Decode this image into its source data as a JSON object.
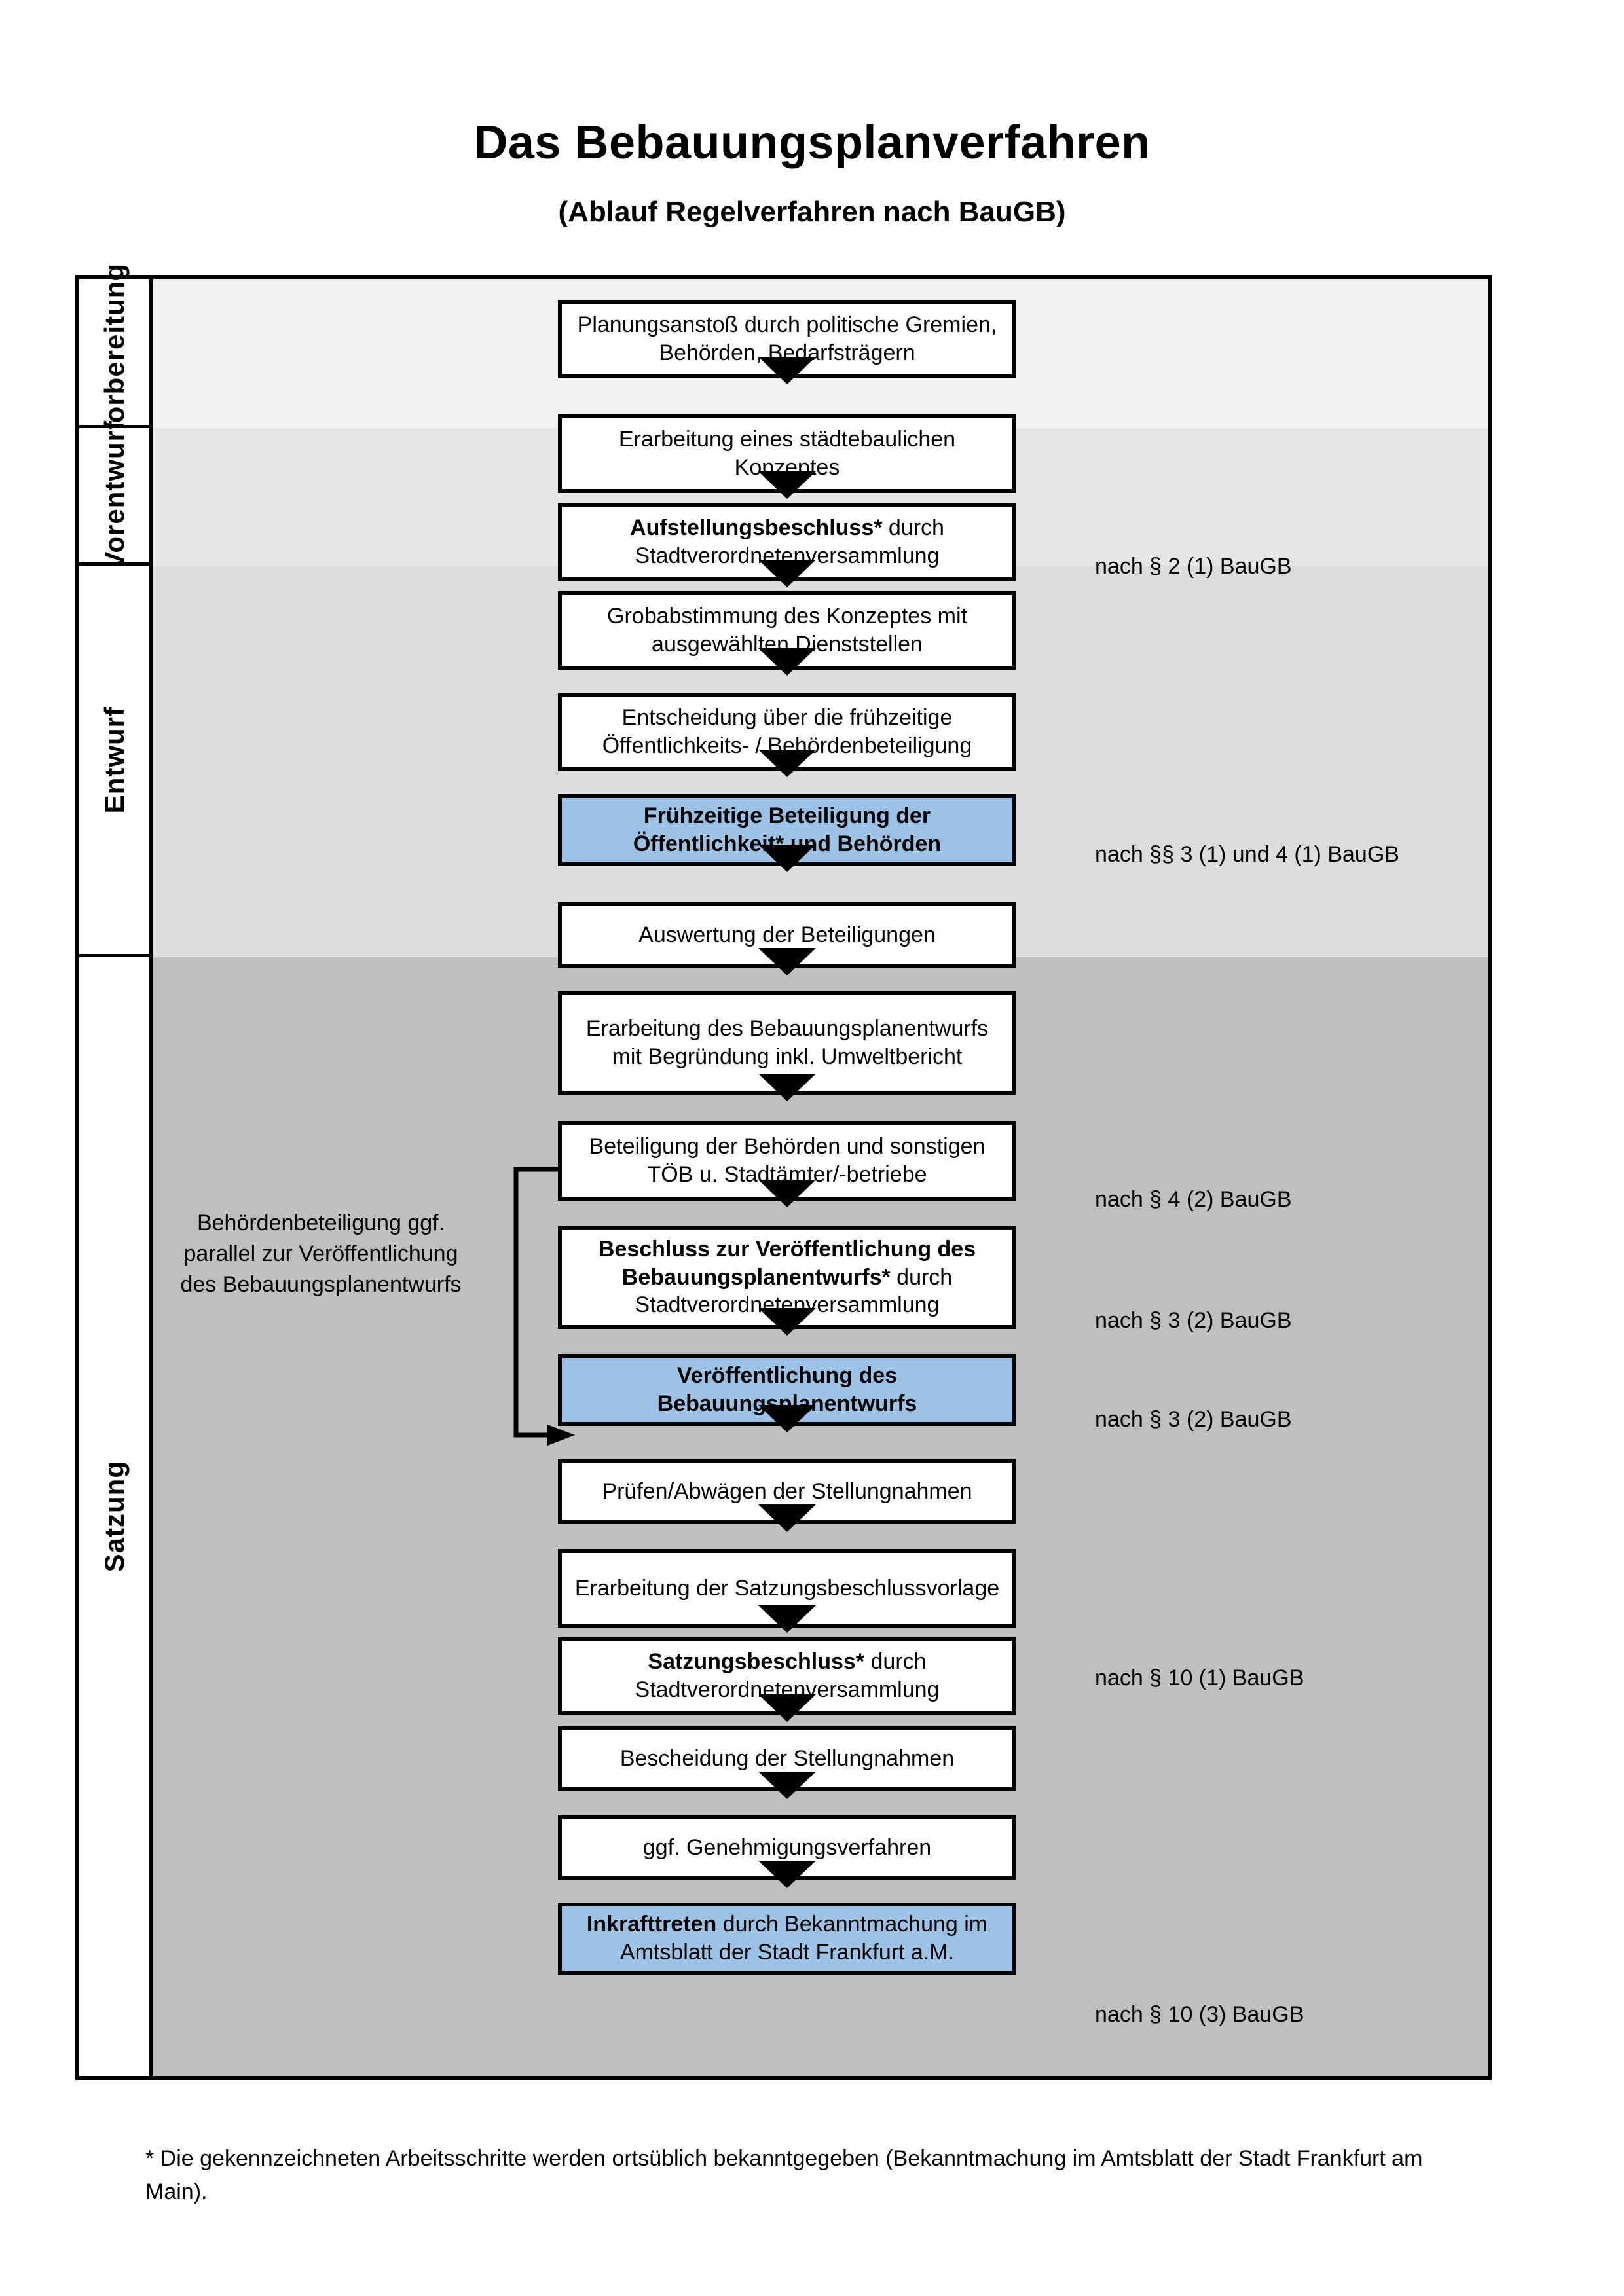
{
  "header": {
    "title": "Das Bebauungsplanverfahren",
    "subtitle": "(Ablauf Regelverfahren nach BauGB)"
  },
  "colors": {
    "highlight_blue": "#9CC3E5",
    "band_vorbereitung": "#F2F2F2",
    "band_vorentwurf": "#E6E6E6",
    "band_entwurf": "#DCDCDC",
    "band_satzung": "#BFBFBF",
    "outline": "#000000"
  },
  "phases": [
    {
      "id": "vorbereitung",
      "label": "Vorbereitung"
    },
    {
      "id": "vorentwurf",
      "label": "Vorentwurf"
    },
    {
      "id": "entwurf",
      "label": "Entwurf"
    },
    {
      "id": "satzung",
      "label": "Satzung"
    }
  ],
  "steps": [
    {
      "id": "planungsanstoss",
      "phase": "vorbereitung",
      "bold_prefix": "",
      "text": "Planungsanstoß durch politische Gremien, Behörden, Bedarfsträgern",
      "highlight": false
    },
    {
      "id": "staedtebauliches-konzept",
      "phase": "vorbereitung",
      "bold_prefix": "",
      "text": "Erarbeitung eines städtebaulichen Konzeptes",
      "highlight": false
    },
    {
      "id": "aufstellungsbeschluss",
      "phase": "vorbereitung",
      "bold_prefix": "Aufstellungsbeschluss*",
      "text": " durch Stadtverordnetenversammlung",
      "highlight": false
    },
    {
      "id": "grobabstimmung",
      "phase": "vorentwurf",
      "bold_prefix": "",
      "text": "Grobabstimmung des Konzeptes mit ausgewählten Dienststellen",
      "highlight": false
    },
    {
      "id": "entscheidung-fruehzeitige-beteiligung",
      "phase": "vorentwurf",
      "bold_prefix": "",
      "text": "Entscheidung über die frühzeitige Öffentlichkeits- / Behördenbeteiligung",
      "highlight": false
    },
    {
      "id": "fruehzeitige-beteiligung",
      "phase": "vorentwurf",
      "bold_prefix": "Frühzeitige Beteiligung der Öffentlichkeit* und Behörden",
      "text": "",
      "highlight": true
    },
    {
      "id": "auswertung-beteiligungen",
      "phase": "entwurf",
      "bold_prefix": "",
      "text": "Auswertung der Beteiligungen",
      "highlight": false
    },
    {
      "id": "erarbeitung-bebauungsplanentwurf",
      "phase": "entwurf",
      "bold_prefix": "",
      "text": "Erarbeitung des Bebauungsplanentwurfs mit Begründung inkl. Umweltbericht",
      "highlight": false
    },
    {
      "id": "beteiligung-behoerden-toeb",
      "phase": "entwurf",
      "bold_prefix": "",
      "text": "Beteiligung der Behörden und sonstigen TÖB u. Stadtämter/-betriebe",
      "highlight": false
    },
    {
      "id": "beschluss-veroeffentlichung",
      "phase": "entwurf",
      "bold_prefix": "Beschluss zur Veröffentlichung des Bebauungsplanentwurfs*",
      "text": " durch Stadtverordnetenversammlung",
      "highlight": false
    },
    {
      "id": "veroeffentlichung-entwurf",
      "phase": "entwurf",
      "bold_prefix": "Veröffentlichung des Bebauungsplanentwurfs",
      "text": "",
      "highlight": true
    },
    {
      "id": "pruefen-abwaegen",
      "phase": "satzung",
      "bold_prefix": "",
      "text": "Prüfen/Abwägen der Stellungnahmen",
      "highlight": false
    },
    {
      "id": "erarbeitung-satzungsbeschlussvorlage",
      "phase": "satzung",
      "bold_prefix": "",
      "text": "Erarbeitung der Satzungsbeschlussvorlage",
      "highlight": false
    },
    {
      "id": "satzungsbeschluss",
      "phase": "satzung",
      "bold_prefix": "Satzungsbeschluss*",
      "text": " durch Stadtverordnetenversammlung",
      "highlight": false
    },
    {
      "id": "bescheidung-stellungnahmen",
      "phase": "satzung",
      "bold_prefix": "",
      "text": "Bescheidung der Stellungnahmen",
      "highlight": false
    },
    {
      "id": "genehmigungsverfahren",
      "phase": "satzung",
      "bold_prefix": "",
      "text": "ggf. Genehmigungsverfahren",
      "highlight": false
    },
    {
      "id": "inkrafttreten",
      "phase": "satzung",
      "bold_prefix": "Inkrafttreten",
      "text": " durch Bekanntmachung im Amtsblatt der Stadt Frankfurt a.M.",
      "highlight": true
    }
  ],
  "legal_notes": [
    {
      "id": "note-par2-1",
      "text": "nach § 2 (1) BauGB"
    },
    {
      "id": "note-par3-4-1",
      "text": "nach §§ 3 (1) und 4 (1) BauGB"
    },
    {
      "id": "note-par4-2",
      "text": "nach § 4 (2) BauGB"
    },
    {
      "id": "note-par3-2-a",
      "text": "nach § 3 (2) BauGB"
    },
    {
      "id": "note-par3-2-b",
      "text": "nach § 3 (2) BauGB"
    },
    {
      "id": "note-par10-1",
      "text": "nach § 10 (1) BauGB"
    },
    {
      "id": "note-par10-3",
      "text": "nach § 10 (3) BauGB"
    }
  ],
  "side_note": {
    "text": "Behördenbeteiligung ggf. parallel zur Veröffentlichung des Bebauungsplanentwurfs"
  },
  "footnote": {
    "text": "* Die gekennzeichneten Arbeitsschritte werden ortsüblich bekanntgegeben (Bekanntmachung im Amtsblatt  der Stadt Frankfurt am Main)."
  }
}
